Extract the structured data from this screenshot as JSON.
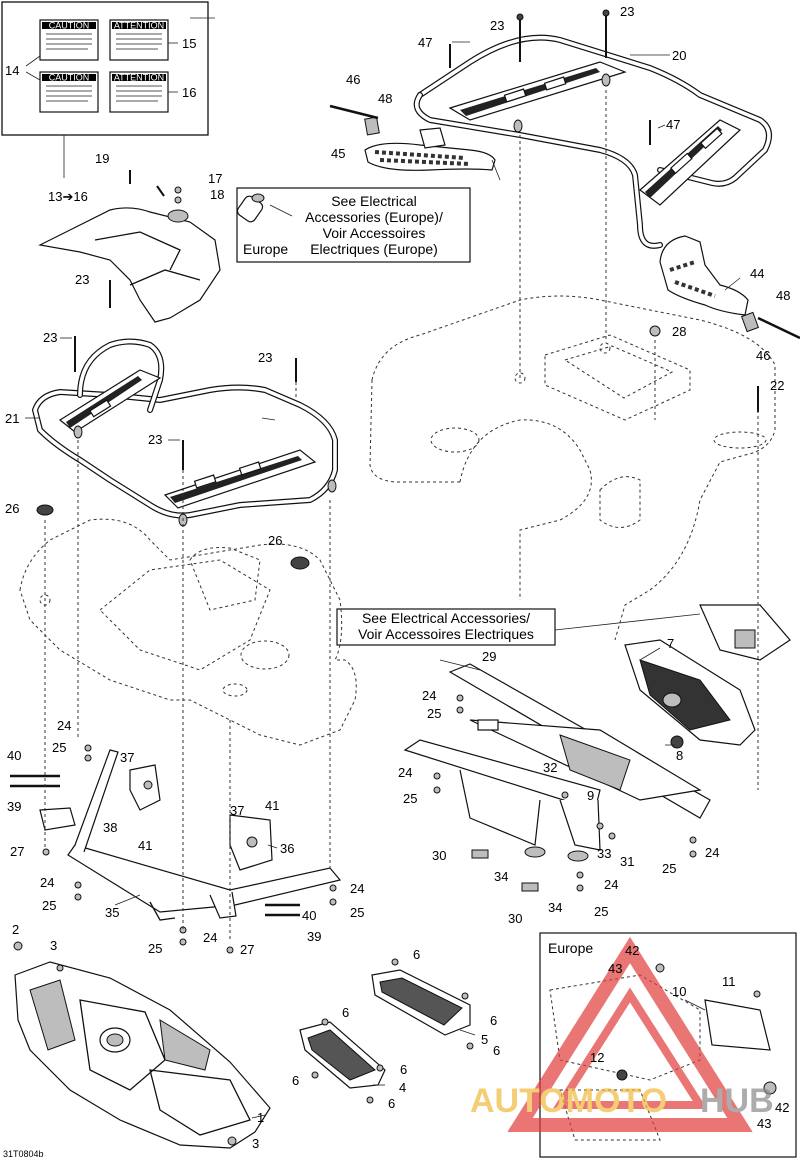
{
  "decals": {
    "caution_top": "CAUTION",
    "attention_top": "ATTENTION",
    "caution_bottom": "CAUTION",
    "attention_bottom": "ATTENTION",
    "range_label": "13➔16"
  },
  "notes": {
    "europe_label": "Europe",
    "see_electrical_europe_line1": "See Electrical",
    "see_electrical_europe_line2": "Accessories (Europe)/",
    "see_electrical_europe_line3": "Voir Accessoires",
    "see_electrical_europe_line4": "Electriques (Europe)",
    "see_electrical_line1": "See Electrical Accessories/",
    "see_electrical_line2": "Voir Accessoires Electriques",
    "inset_title": "Europe"
  },
  "watermark": {
    "part1": "AUTOMOTO",
    "part2": "HUB"
  },
  "figure_code": "31T0804b",
  "callouts": {
    "c1": "1",
    "c2": "2",
    "c3a": "3",
    "c3b": "3",
    "c4": "4",
    "c5": "5",
    "c6a": "6",
    "c6b": "6",
    "c6c": "6",
    "c6d": "6",
    "c6e": "6",
    "c6f": "6",
    "c6g": "6",
    "c7": "7",
    "c8": "8",
    "c9": "9",
    "c10": "10",
    "c11": "11",
    "c12": "12",
    "c14": "14",
    "c15": "15",
    "c16": "16",
    "c17": "17",
    "c18": "18",
    "c19": "19",
    "c20": "20",
    "c21": "21",
    "c22": "22",
    "c23a": "23",
    "c23b": "23",
    "c23c": "23",
    "c23d": "23",
    "c23e": "23",
    "c23f": "23",
    "c24a": "24",
    "c24b": "24",
    "c24c": "24",
    "c24d": "24",
    "c24e": "24",
    "c24f": "24",
    "c24g": "24",
    "c24h": "24",
    "c25a": "25",
    "c25b": "25",
    "c25c": "25",
    "c25d": "25",
    "c25e": "25",
    "c25f": "25",
    "c25g": "25",
    "c25h": "25",
    "c26a": "26",
    "c26b": "26",
    "c27a": "27",
    "c27b": "27",
    "c28": "28",
    "c29": "29",
    "c30a": "30",
    "c30b": "30",
    "c31": "31",
    "c32": "32",
    "c33": "33",
    "c34a": "34",
    "c34b": "34",
    "c35": "35",
    "c36": "36",
    "c37a": "37",
    "c37b": "37",
    "c38": "38",
    "c39a": "39",
    "c39b": "39",
    "c40a": "40",
    "c40b": "40",
    "c41a": "41",
    "c41b": "41",
    "c42a": "42",
    "c42b": "42",
    "c43a": "43",
    "c43b": "43",
    "c44": "44",
    "c45": "45",
    "c46a": "46",
    "c46b": "46",
    "c47a": "47",
    "c47b": "47",
    "c48a": "48",
    "c48b": "48"
  }
}
